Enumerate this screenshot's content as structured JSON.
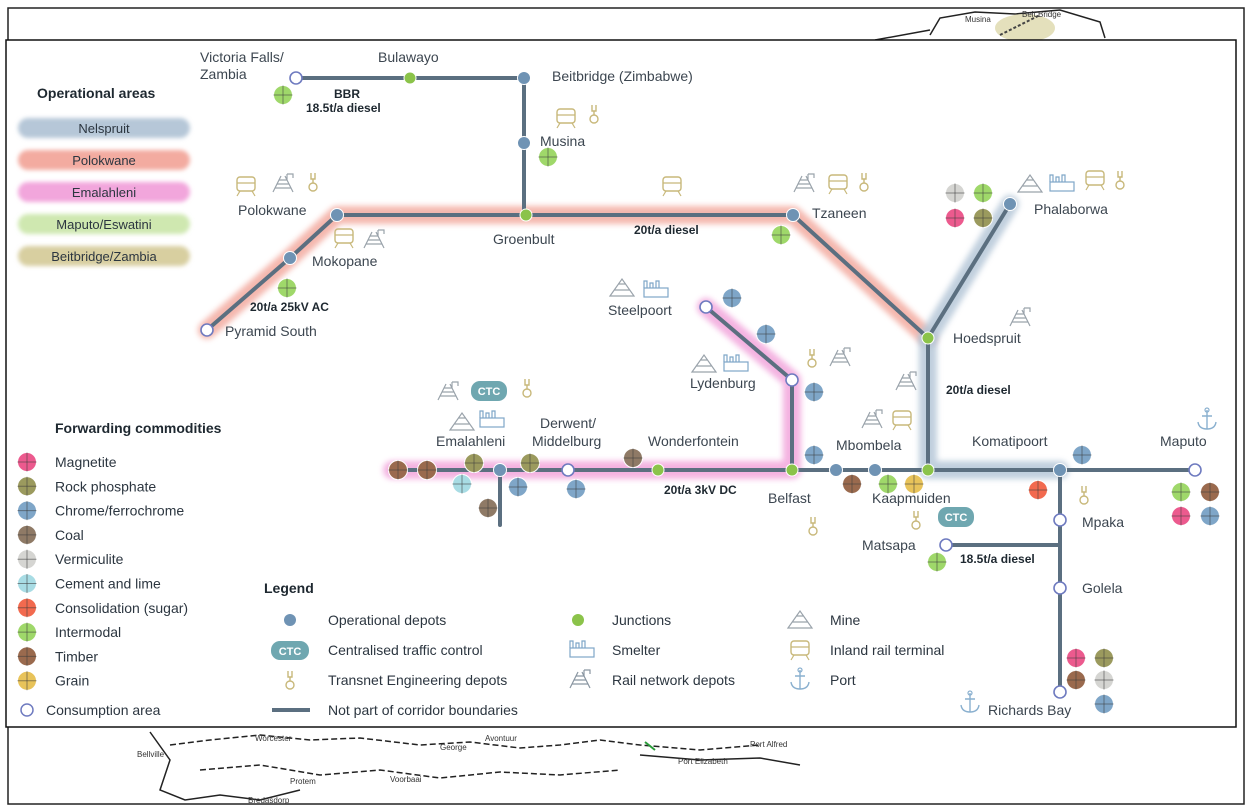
{
  "colors": {
    "track": "#5b6f80",
    "nelspruit": "#b6c7d8",
    "polokwane": "#f3aba0",
    "emalahleni": "#f2a6dc",
    "maputo": "#cfe8b0",
    "beitbridge": "#d8cfa0",
    "depot": "#6f93b4",
    "junction": "#8bc34a",
    "icon": "#c8b87a",
    "ctc": "#6fa7b0"
  },
  "operational_areas": {
    "title": "Operational areas",
    "items": [
      {
        "label": "Nelspruit",
        "color": "#b6c7d8"
      },
      {
        "label": "Polokwane",
        "color": "#f3aba0"
      },
      {
        "label": "Emalahleni",
        "color": "#f2a6dc"
      },
      {
        "label": "Maputo/Eswatini",
        "color": "#cfe8b0"
      },
      {
        "label": "Beitbridge/Zambia",
        "color": "#d8cfa0"
      }
    ]
  },
  "commodities": {
    "title": "Forwarding commodities",
    "items": [
      {
        "label": "Magnetite",
        "color": "#ec5a8e"
      },
      {
        "label": "Rock phosphate",
        "color": "#9b9a5e"
      },
      {
        "label": "Chrome/ferrochrome",
        "color": "#7fa6c8"
      },
      {
        "label": "Coal",
        "color": "#8f7a66"
      },
      {
        "label": "Vermiculite",
        "color": "#d5d5d2"
      },
      {
        "label": "Cement and lime",
        "color": "#a8dce4"
      },
      {
        "label": "Consolidation (sugar)",
        "color": "#f26a4f"
      },
      {
        "label": "Intermodal",
        "color": "#9fd86a"
      },
      {
        "label": "Timber",
        "color": "#9a6a4e"
      },
      {
        "label": "Grain",
        "color": "#e8c35a"
      }
    ],
    "consumption_label": "Consumption area"
  },
  "legend": {
    "title": "Legend",
    "operational_depots": "Operational depots",
    "ctc": "Centralised traffic control",
    "ctc_badge": "CTC",
    "engineering": "Transnet Engineering depots",
    "not_part": "Not part of corridor boundaries",
    "junctions": "Junctions",
    "smelter": "Smelter",
    "rail_network": "Rail network depots",
    "mine": "Mine",
    "inland_terminal": "Inland rail terminal",
    "port": "Port"
  },
  "places": {
    "victoria_falls_1": "Victoria Falls/",
    "victoria_falls_2": "Zambia",
    "bulawayo": "Bulawayo",
    "beitbridge_zim": "Beitbridge (Zimbabwe)",
    "musina": "Musina",
    "polokwane": "Polokwane",
    "groenbult": "Groenbult",
    "tzaneen": "Tzaneen",
    "phalaborwa": "Phalaborwa",
    "mokopane": "Mokopane",
    "pyramid_south": "Pyramid South",
    "steelpoort": "Steelpoort",
    "hoedspruit": "Hoedspruit",
    "lydenburg": "Lydenburg",
    "emalahleni": "Emalahleni",
    "derwent_1": "Derwent/",
    "derwent_2": "Middelburg",
    "wonderfontein": "Wonderfontein",
    "mbombela": "Mbombela",
    "komatipoort": "Komatipoort",
    "maputo": "Maputo",
    "belfast": "Belfast",
    "kaapmuiden": "Kaapmuiden",
    "mpaka": "Mpaka",
    "matsapa": "Matsapa",
    "golela": "Golela",
    "richards_bay": "Richards Bay"
  },
  "line_labels": {
    "bbr_1": "BBR",
    "bbr_2": "18.5t/a diesel",
    "groenbult_tzaneen": "20t/a diesel",
    "mokopane": "20t/a 25kV AC",
    "hoedspruit": "20t/a diesel",
    "belfast": "20t/a 3kV DC",
    "matsapa": "18.5t/a diesel"
  },
  "background_labels": {
    "musina": "Musina",
    "beit_bridge": "Beit Bridge",
    "bellville": "Bellville",
    "worcester": "Worcester",
    "george": "George",
    "avontuur": "Avontuur",
    "port_alfred": "Port Alfred",
    "port_elizabeth": "Port Elizabeth",
    "protem": "Protem",
    "voorbaai": "Voorbaai",
    "bredasdorp": "Bredasdorp"
  }
}
